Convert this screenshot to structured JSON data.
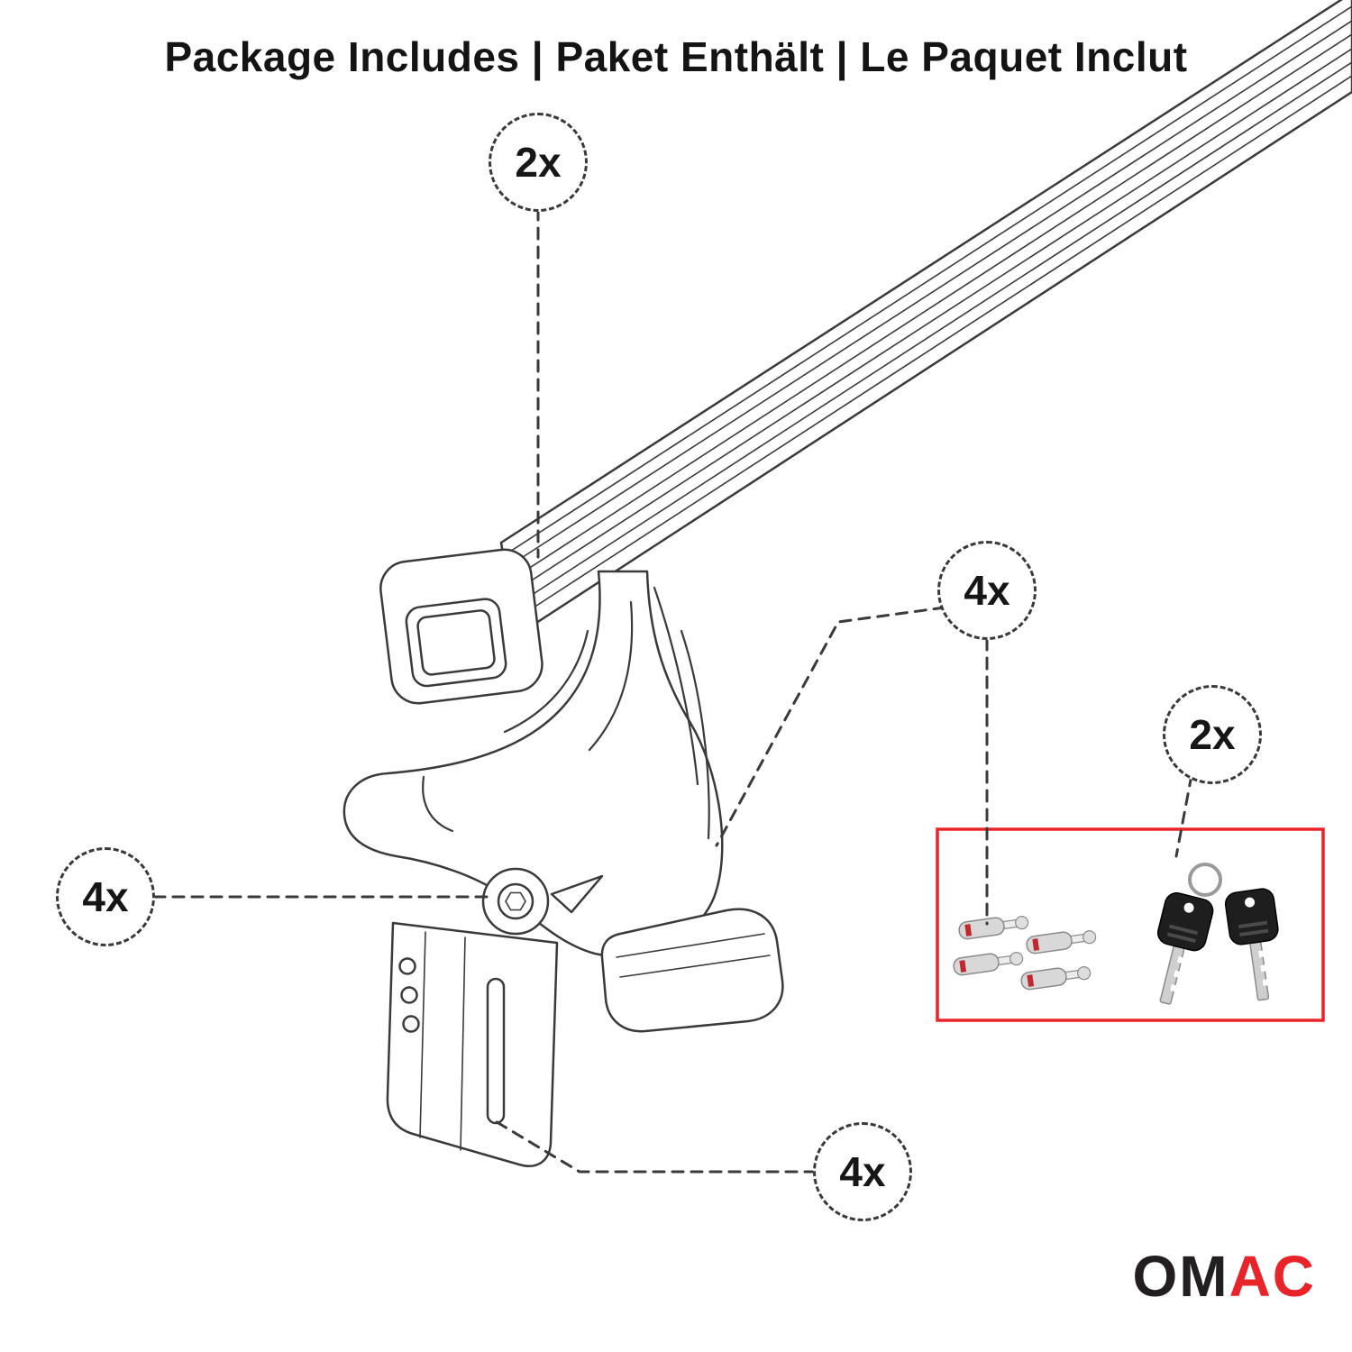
{
  "title": "Package Includes | Paket Enthält | Le Paquet Inclut",
  "callouts": {
    "crossbar_qty": "2x",
    "lock_cylinder_qty": "4x",
    "key_qty": "2x",
    "foot_qty": "4x",
    "clamp_qty": "4x"
  },
  "inset": {
    "contents": [
      "lock-cylinders",
      "keys"
    ]
  },
  "logo": {
    "dark_text": "OM",
    "red_text": "AC"
  },
  "colors": {
    "accent_red": "#E8232A",
    "line_ink": "#3A3A3A",
    "logo_dark": "#231F20"
  }
}
